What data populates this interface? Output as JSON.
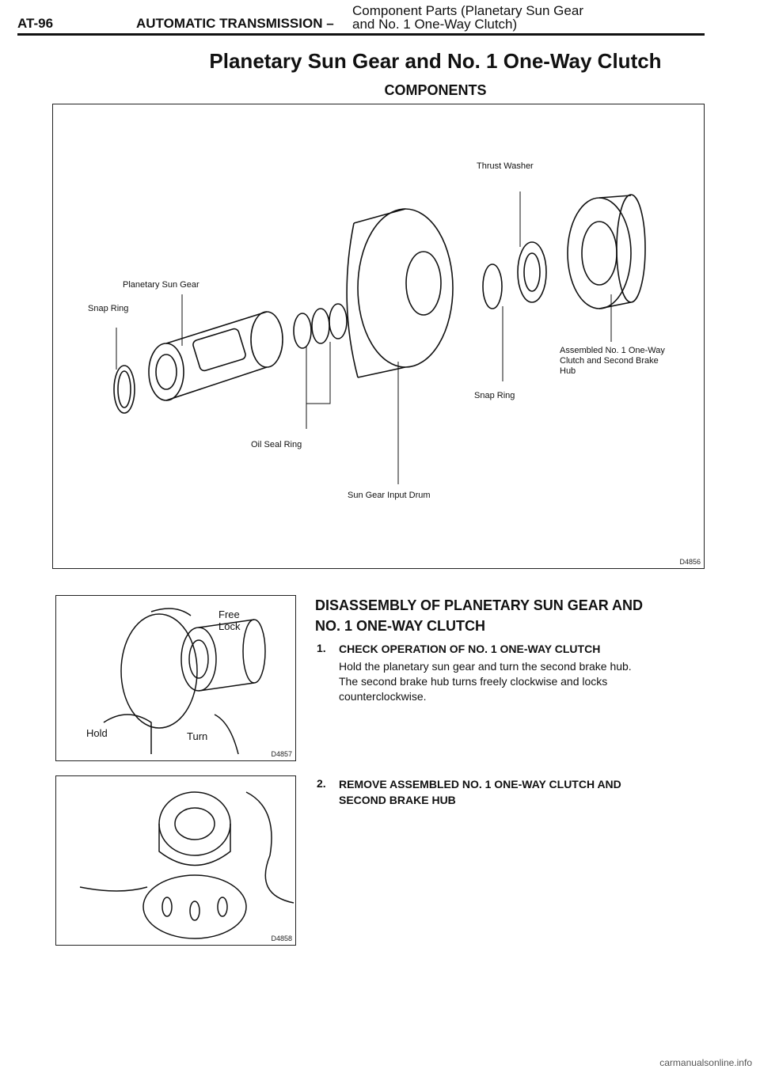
{
  "header": {
    "page_code": "AT-96",
    "section": "AUTOMATIC TRANSMISSION –",
    "subtitle_line1": "Component Parts (Planetary Sun Gear",
    "subtitle_line2": "and No. 1 One-Way Clutch)"
  },
  "title": "Planetary Sun Gear and No. 1 One-Way Clutch",
  "subtitle": "COMPONENTS",
  "components_figure": {
    "id": "D4856",
    "callouts": {
      "thrust_washer": "Thrust Washer",
      "planetary_sun_gear": "Planetary Sun Gear",
      "snap_ring_left": "Snap Ring",
      "assembled_line1": "Assembled No. 1 One-Way",
      "assembled_line2": "Clutch and Second Brake",
      "assembled_line3": "Hub",
      "snap_ring_right": "Snap Ring",
      "oil_seal_ring": "Oil Seal Ring",
      "sun_gear_input_drum": "Sun Gear Input Drum"
    }
  },
  "figure_a": {
    "id": "D4857",
    "labels": {
      "free": "Free",
      "lock": "Lock",
      "hold": "Hold",
      "turn": "Turn"
    }
  },
  "figure_b": {
    "id": "D4858"
  },
  "disassembly": {
    "title_line1": "DISASSEMBLY OF PLANETARY SUN GEAR AND",
    "title_line2": "NO. 1 ONE-WAY CLUTCH",
    "steps": [
      {
        "num": "1.",
        "title": "CHECK OPERATION OF NO. 1 ONE-WAY CLUTCH",
        "body_line1": "Hold the planetary sun gear and turn the second brake hub.",
        "body_line2": "The second brake hub turns freely clockwise and locks",
        "body_line3": "counterclockwise."
      },
      {
        "num": "2.",
        "title_line1": "REMOVE ASSEMBLED NO. 1 ONE-WAY CLUTCH AND",
        "title_line2": "SECOND BRAKE HUB"
      }
    ]
  },
  "watermark": "carmanualsonline.info"
}
